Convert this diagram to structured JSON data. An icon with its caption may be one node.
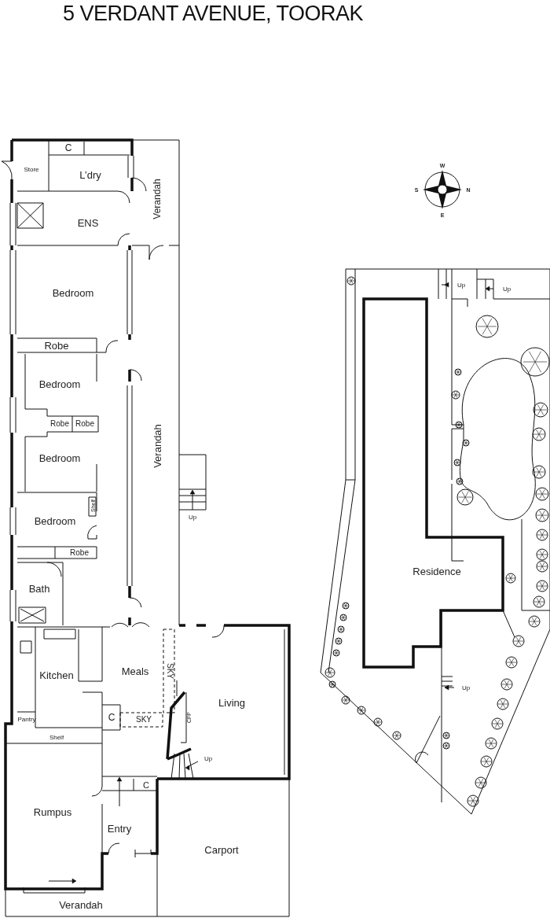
{
  "diagram": {
    "title": "5 VERDANT AVENUE, TOORAK",
    "nodes": [
      {
        "text": [
          "Store"
        ]
      },
      {
        "text": [
          "C"
        ]
      },
      {
        "text": [
          "L’dry"
        ]
      },
      {
        "text": [
          "Verandah"
        ]
      },
      {
        "text": [
          "ENS"
        ]
      },
      {
        "text": [
          "Bedroom"
        ]
      },
      {
        "text": [
          "Robe"
        ]
      },
      {
        "text": [
          "Bedroom"
        ]
      },
      {
        "text": [
          "Robe"
        ]
      },
      {
        "text": [
          "Robe"
        ]
      },
      {
        "text": [
          "Verandah"
        ]
      },
      {
        "text": [
          "Bedroom"
        ]
      },
      {
        "text": [
          "Shelf"
        ]
      },
      {
        "text": [
          "Bedroom"
        ]
      },
      {
        "text": [
          "Robe"
        ]
      },
      {
        "text": [
          "Bath"
        ]
      },
      {
        "text": [
          "Kitchen"
        ]
      },
      {
        "text": [
          "Meals"
        ]
      },
      {
        "text": [
          "SKY"
        ]
      },
      {
        "text": [
          "Pantry"
        ]
      },
      {
        "text": [
          "C"
        ]
      },
      {
        "text": [
          "SKY"
        ]
      },
      {
        "text": [
          "CFP"
        ]
      },
      {
        "text": [
          "Living"
        ]
      },
      {
        "text": [
          "Shelf"
        ]
      },
      {
        "text": [
          "Rumpus"
        ]
      },
      {
        "text": [
          "C"
        ]
      },
      {
        "text": [
          "Entry"
        ]
      },
      {
        "text": [
          "Carport"
        ]
      },
      {
        "text": [
          "Verandah"
        ]
      },
      {
        "text": [
          "Residence"
        ]
      }
    ],
    "labels": [
      "W",
      "S",
      "N",
      "E",
      "Up",
      "Up",
      "Up",
      "Up",
      "Up"
    ]
  }
}
